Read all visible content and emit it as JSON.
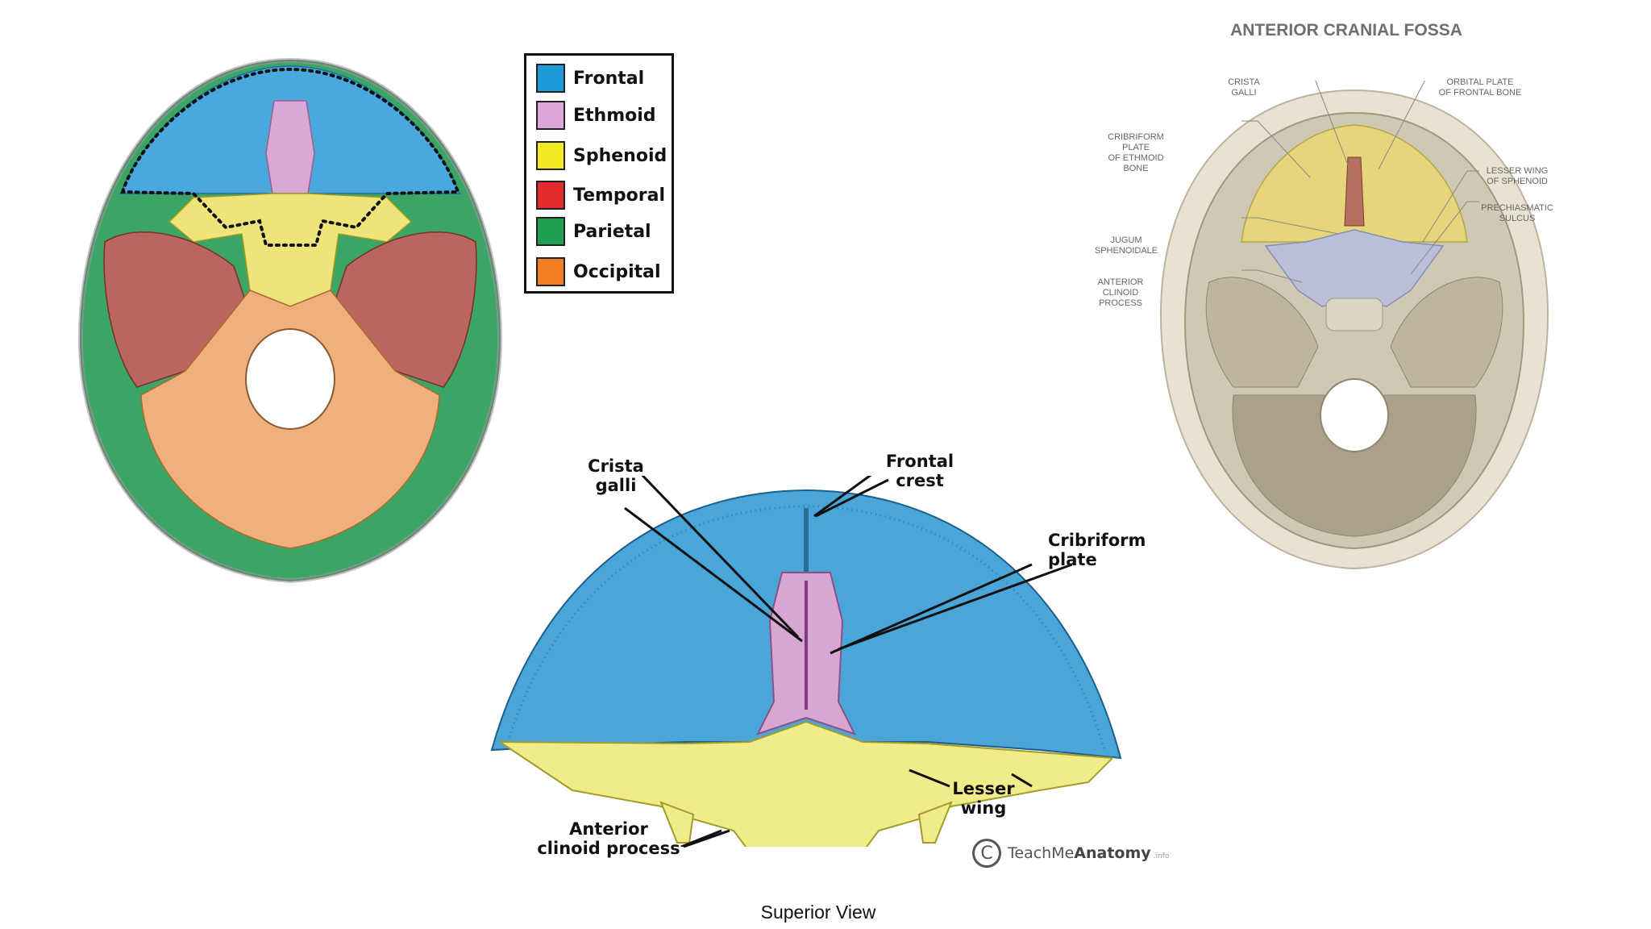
{
  "legend": [
    {
      "label": "Frontal",
      "color": "#1e9ad8"
    },
    {
      "label": "Ethmoid",
      "color": "#dca6d6"
    },
    {
      "label": "Sphenoid",
      "color": "#f3ea21"
    },
    {
      "label": "Temporal",
      "color": "#e42b2b"
    },
    {
      "label": "Parietal",
      "color": "#1fa050"
    },
    {
      "label": "Occipital",
      "color": "#f07f25"
    }
  ],
  "labels": {
    "crista_galli_1": "Crista",
    "crista_galli_2": "galli",
    "frontal_crest_1": "Frontal",
    "frontal_crest_2": "crest",
    "cribriform_1": "Cribriform",
    "cribriform_2": "plate",
    "lesser_wing_1": "Lesser",
    "lesser_wing_2": "wing",
    "anterior_clinoid_1": "Anterior",
    "anterior_clinoid_2": "clinoid process"
  },
  "logo": {
    "symbol": "C",
    "text_a": "TeachMe",
    "text_b": "Anatomy",
    "suffix": ".info"
  },
  "caption": "Superior View",
  "acf": {
    "title": "ANTERIOR CRANIAL FOSSA",
    "crista": [
      "CRISTA",
      "GALLI"
    ],
    "orbital": [
      "ORBITAL PLATE",
      "OF FRONTAL BONE"
    ],
    "cribriform": [
      "CRIBRIFORM",
      "PLATE",
      "OF ETHMOID",
      "BONE"
    ],
    "lesser": [
      "LESSER WING",
      "OF SPHENOID"
    ],
    "prechiasmatic": [
      "PRECHIASMATIC",
      "SULCUS"
    ],
    "jugum": [
      "JUGUM",
      "SPHENOIDALE"
    ],
    "anterior": [
      "ANTERIOR",
      "CLINOID",
      "PROCESS"
    ]
  }
}
